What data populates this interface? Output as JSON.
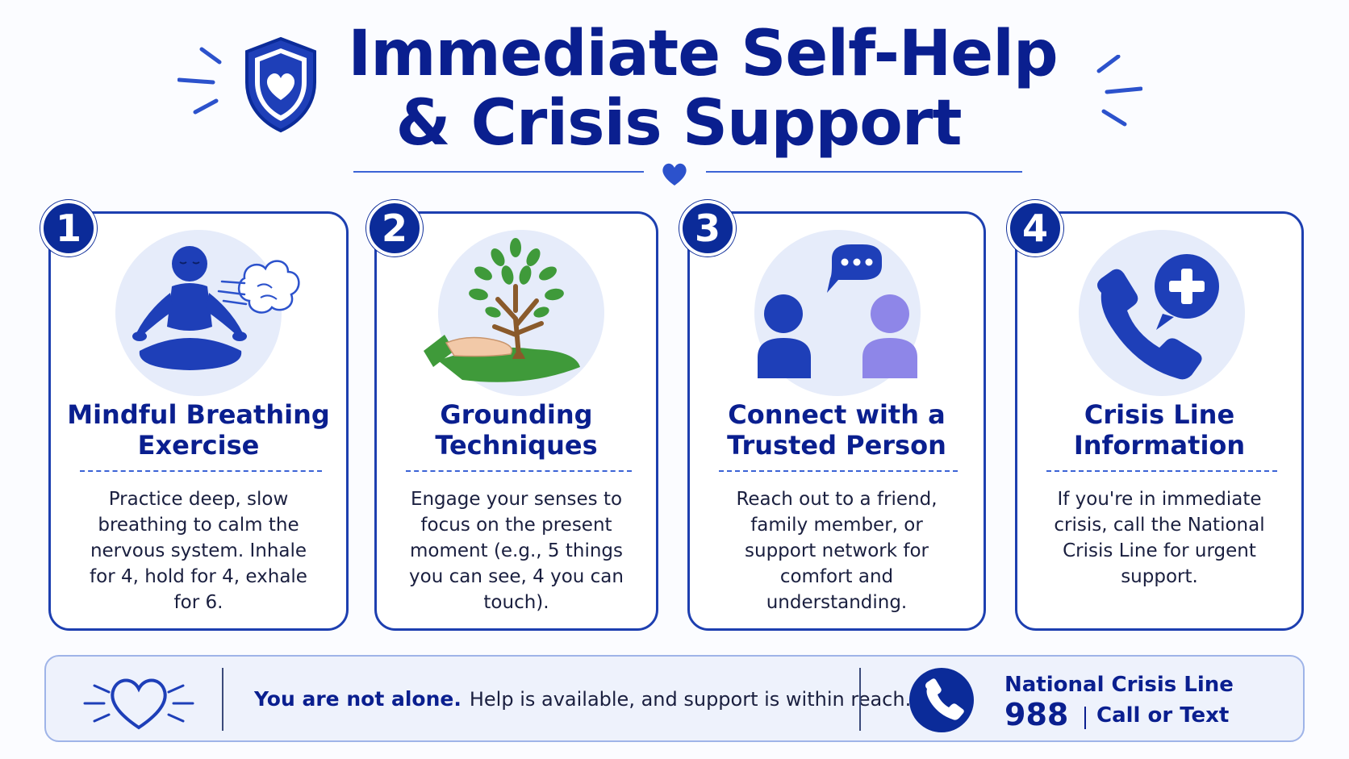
{
  "header": {
    "title_line1": "Immediate Self-Help",
    "title_line2": "& Crisis Support",
    "shield_icon": "shield-heart-icon"
  },
  "cards": [
    {
      "number": "1",
      "icon": "meditation-breath-icon",
      "title": "Mindful Breathing Exercise",
      "description": "Practice deep, slow breathing to calm the nervous system. Inhale for 4, hold for 4, exhale for 6."
    },
    {
      "number": "2",
      "icon": "tree-hand-icon",
      "title": "Grounding Techniques",
      "description": "Engage your senses to focus on the present moment (e.g., 5 things you can see, 4 you can touch)."
    },
    {
      "number": "3",
      "icon": "people-chat-icon",
      "title": "Connect with a Trusted Person",
      "description": "Reach out to a friend, family member, or support network for comfort and understanding."
    },
    {
      "number": "4",
      "icon": "phone-plus-icon",
      "title": "Crisis Line Information",
      "description": "If you're in immediate crisis, call the National Crisis Line for urgent support."
    }
  ],
  "footer": {
    "emphasis": "You are not alone.",
    "message": "Help is available, and support is within reach.",
    "line_name": "National Crisis Line",
    "line_number": "988",
    "line_action": "Call or Text"
  },
  "colors": {
    "primary": "#0a1f8f",
    "badge": "#0b2b99",
    "accent": "#3b63d6",
    "illus_bg": "#e6ecfa",
    "leaf_green": "#3f9a3a"
  }
}
